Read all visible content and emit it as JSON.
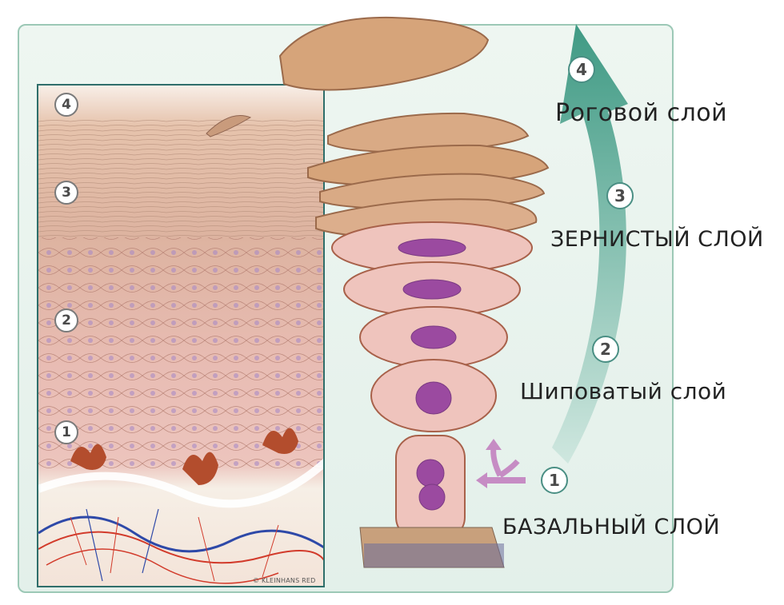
{
  "layers": [
    {
      "number": "1",
      "label": "БАЗАЛЬНЫЙ СЛОЙ"
    },
    {
      "number": "2",
      "label": "Шиповатый слой"
    },
    {
      "number": "3",
      "label": "ЗЕРНИСТЫЙ СЛОЙ"
    },
    {
      "number": "4",
      "label": "Роговой слой"
    }
  ],
  "section_markers": [
    "4",
    "3",
    "2",
    "1"
  ],
  "credit": "© KLEINHANS RED",
  "colors": {
    "arrow": "#4a9a87",
    "frame": "#2e6e6a",
    "cell": "#efc7c0",
    "nucleus": "#9b4aa0",
    "corneum": "#d9a77a",
    "basal_arrow": "#c68cc4"
  }
}
